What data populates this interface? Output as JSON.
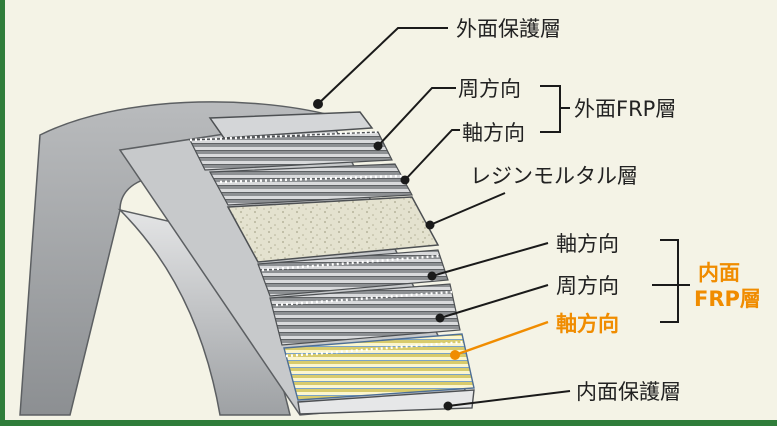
{
  "colors": {
    "background": "#f4f3e6",
    "frame_border": "#2f7d3a",
    "highlight": "#f08c00",
    "text": "#222222"
  },
  "labels": {
    "outer_protective_layer": "外面保護層",
    "outer_frp_circumferential": "周方向",
    "outer_frp_axial": "軸方向",
    "outer_frp_layer": "外面FRP層",
    "resin_mortar_layer": "レジンモルタル層",
    "inner_frp_axial_1": "軸方向",
    "inner_frp_circumferential": "周方向",
    "inner_frp_axial_2": "軸方向",
    "inner_frp_layer_line1": "内面",
    "inner_frp_layer_line2": "FRP層",
    "inner_protective_layer": "内面保護層"
  }
}
